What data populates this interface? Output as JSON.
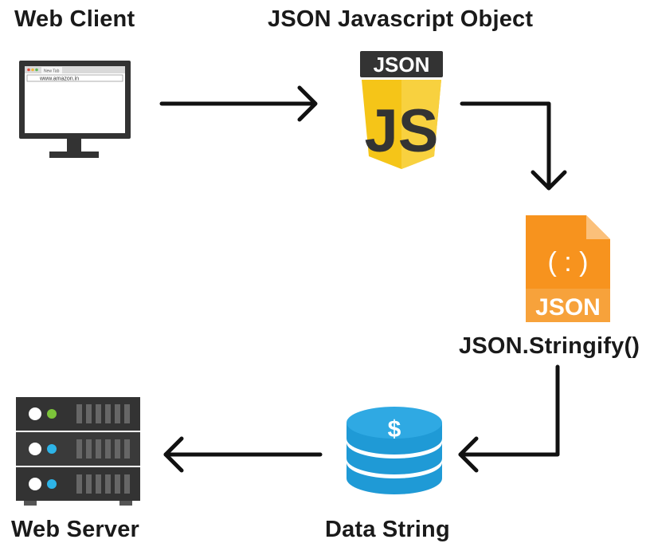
{
  "nodes": {
    "web_client": {
      "label": "Web Client",
      "url_text": "www.amazon.in",
      "tab_text": "New Tab"
    },
    "json_object": {
      "label": "JSON Javascript Object",
      "badge_text": "JSON",
      "logo_text": "JS"
    },
    "stringify": {
      "label": "JSON.Stringify()",
      "file_glyph": "( : )",
      "file_text": "JSON"
    },
    "data_string": {
      "label": "Data String",
      "glyph": "$"
    },
    "web_server": {
      "label": "Web Server"
    }
  },
  "colors": {
    "js_yellow": "#f5c518",
    "json_orange": "#f7931e",
    "db_blue": "#1f9ad6",
    "server_dark": "#333333",
    "led_green": "#7cc43a",
    "led_blue": "#2db4e8"
  }
}
